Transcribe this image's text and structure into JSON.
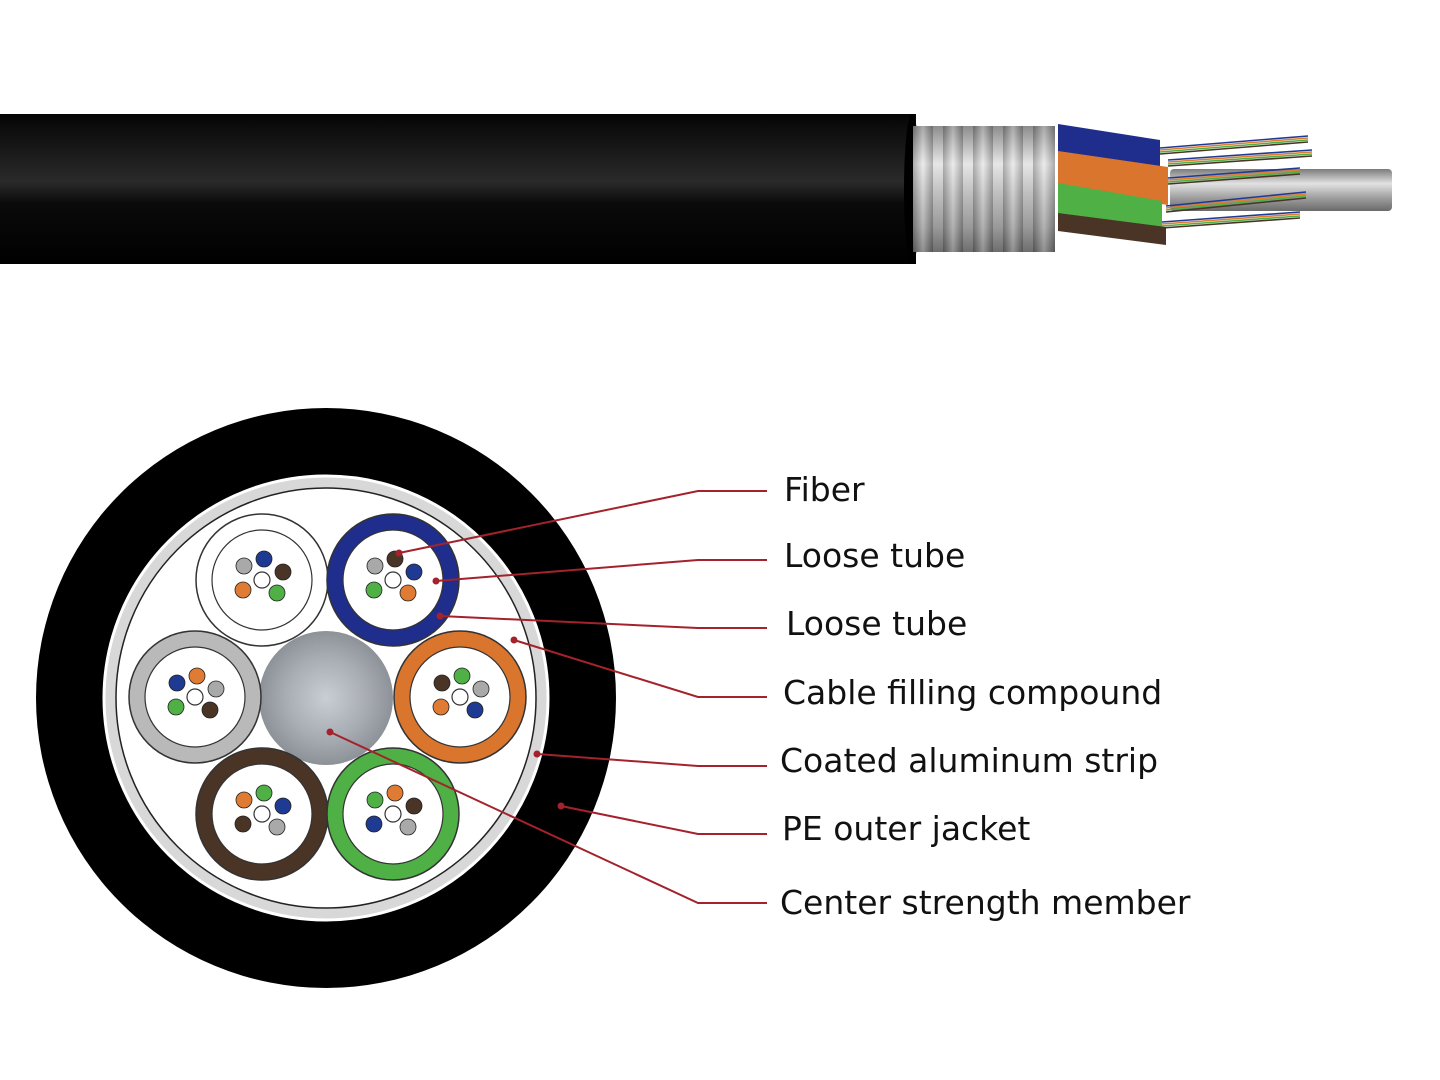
{
  "diagram": {
    "title": "Optical fiber cable structure",
    "callouts": [
      {
        "id": "fiber",
        "label": "Fiber"
      },
      {
        "id": "loose-tube-1",
        "label": "Loose tube"
      },
      {
        "id": "loose-tube-2",
        "label": "Loose tube"
      },
      {
        "id": "cable-filling-compound",
        "label": "Cable filling compound"
      },
      {
        "id": "coated-aluminum-strip",
        "label": "Coated aluminum strip"
      },
      {
        "id": "pe-outer-jacket",
        "label": "PE outer jacket"
      },
      {
        "id": "center-strength-member",
        "label": "Center strength member"
      }
    ],
    "leader_color": "#a3222b",
    "tube_colors": {
      "white": "#ffffff",
      "blue": "#1f2e8c",
      "orange": "#d9752d",
      "green": "#4fb046",
      "brown": "#4a3426",
      "gray": "#b9b9b9"
    },
    "fiber_colors": [
      "#1f3a93",
      "#e07b33",
      "#4fb046",
      "#4a3426",
      "#a9a9a9",
      "#ffffff"
    ],
    "side_view_tubes": [
      "blue",
      "orange",
      "green",
      "brown"
    ]
  }
}
